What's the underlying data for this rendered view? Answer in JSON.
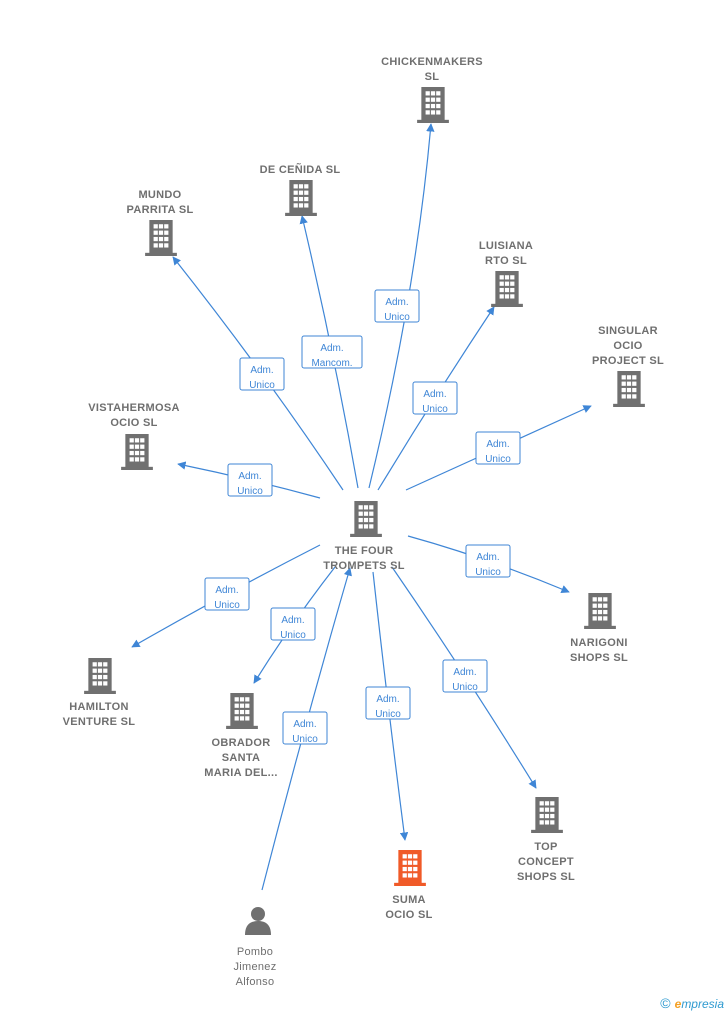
{
  "brand": {
    "copyright": "©",
    "initial": "e",
    "rest": "mpresia"
  },
  "colors": {
    "edge": "#3f86d6",
    "building": "#707070",
    "highlight": "#f05a28"
  },
  "center": {
    "id": "center",
    "lines": [
      "THE FOUR",
      "TROMPETS  SL"
    ]
  },
  "nodes": [
    {
      "id": "chickenmakers",
      "kind": "building",
      "lines": [
        "CHICKENMAKERS",
        "SL"
      ],
      "edge": [
        "Adm.",
        "Unico"
      ]
    },
    {
      "id": "de-cenida",
      "kind": "building",
      "lines": [
        "DE CEÑIDA  SL"
      ],
      "edge": [
        "Adm.",
        "Mancom."
      ]
    },
    {
      "id": "mundo-parrita",
      "kind": "building",
      "lines": [
        "MUNDO",
        "PARRITA  SL"
      ],
      "edge": [
        "Adm.",
        "Unico"
      ]
    },
    {
      "id": "luisiana",
      "kind": "building",
      "lines": [
        "LUISIANA",
        "RTO  SL"
      ],
      "edge": [
        "Adm.",
        "Unico"
      ]
    },
    {
      "id": "singular",
      "kind": "building",
      "lines": [
        "SINGULAR",
        "OCIO",
        "PROJECT  SL"
      ],
      "edge": [
        "Adm.",
        "Unico"
      ]
    },
    {
      "id": "vistahermosa",
      "kind": "building",
      "lines": [
        "VISTAHERMOSA",
        "OCIO  SL"
      ],
      "edge": [
        "Adm.",
        "Unico"
      ]
    },
    {
      "id": "narigoni",
      "kind": "building",
      "lines": [
        "NARIGONI",
        "SHOPS  SL"
      ],
      "edge": [
        "Adm.",
        "Unico"
      ]
    },
    {
      "id": "hamilton",
      "kind": "building",
      "lines": [
        "HAMILTON",
        "VENTURE  SL"
      ],
      "edge": [
        "Adm.",
        "Unico"
      ]
    },
    {
      "id": "obrador",
      "kind": "building",
      "lines": [
        "OBRADOR",
        "SANTA",
        "MARIA DEL..."
      ],
      "edge": [
        "Adm.",
        "Unico"
      ]
    },
    {
      "id": "suma",
      "kind": "highlight",
      "lines": [
        "SUMA",
        "OCIO  SL"
      ],
      "edge": [
        "Adm.",
        "Unico"
      ]
    },
    {
      "id": "top-concept",
      "kind": "building",
      "lines": [
        "TOP",
        "CONCEPT",
        "SHOPS  SL"
      ],
      "edge": [
        "Adm.",
        "Unico"
      ]
    },
    {
      "id": "pombo",
      "kind": "person",
      "lines": [
        "Pombo",
        "Jimenez",
        "Alfonso"
      ],
      "edge": [
        "Adm.",
        "Unico"
      ]
    }
  ]
}
